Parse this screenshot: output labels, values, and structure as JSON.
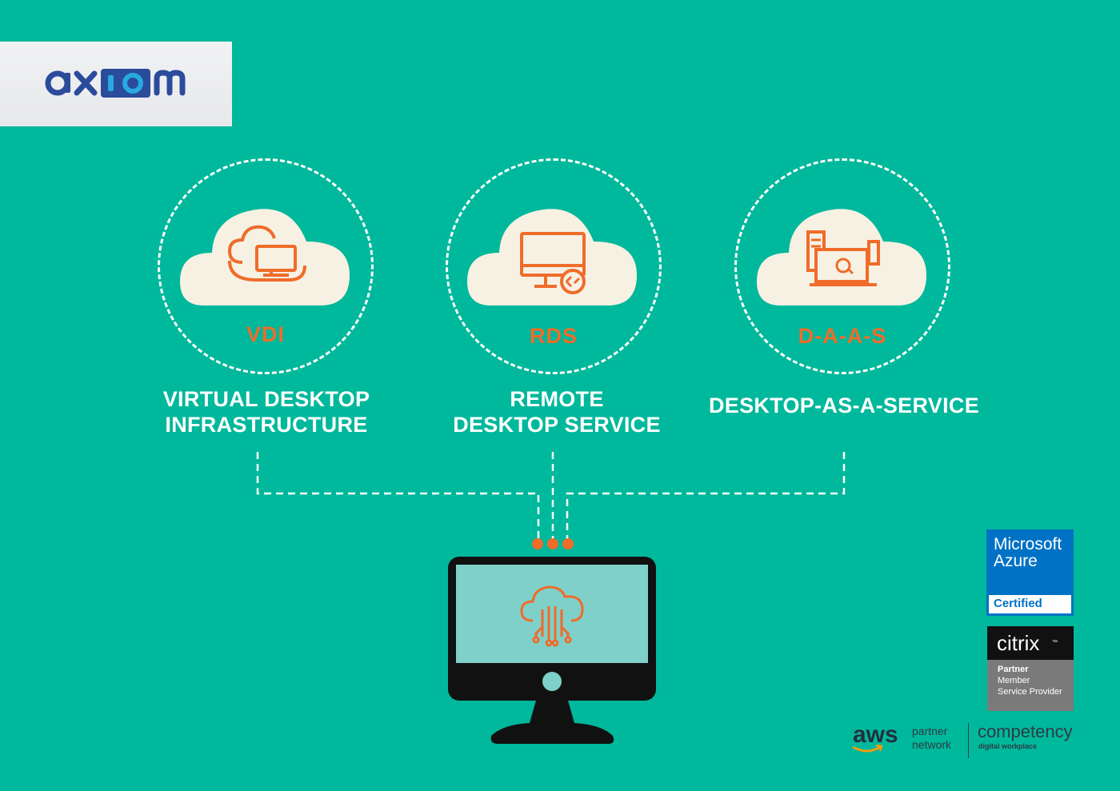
{
  "brand": {
    "logo_text": "axiom",
    "colors": {
      "background": "#00b89b",
      "accent": "#ef6c2a",
      "logo_blue": "#2b4b9b",
      "logo_light": "#27a9e1",
      "cloud": "#f7f1e3",
      "monitor_screen": "#7fd0c9"
    }
  },
  "services": [
    {
      "acronym": "VDI",
      "label_line1": "VIRTUAL DESKTOP",
      "label_line2": "INFRASTRUCTURE",
      "icon": "cloud-monitor-icon"
    },
    {
      "acronym": "RDS",
      "label_line1": "REMOTE",
      "label_line2": "DESKTOP SERVICE",
      "icon": "remote-desktop-icon"
    },
    {
      "acronym": "D-A-A-S",
      "label_line1": "DESKTOP-AS-A-SERVICE",
      "label_line2": "",
      "icon": "desktop-service-icon"
    }
  ],
  "badges": {
    "azure": {
      "line1": "Microsoft",
      "line2": "Azure",
      "status": "Certified"
    },
    "citrix": {
      "logo": "citrix",
      "tm": "™",
      "line1": "Partner",
      "line2": "Member",
      "line3": "Service Provider"
    },
    "aws": {
      "logo": "aws",
      "partner": "partner",
      "network": "network",
      "competency": "competency",
      "sub": "digital workplace"
    }
  }
}
